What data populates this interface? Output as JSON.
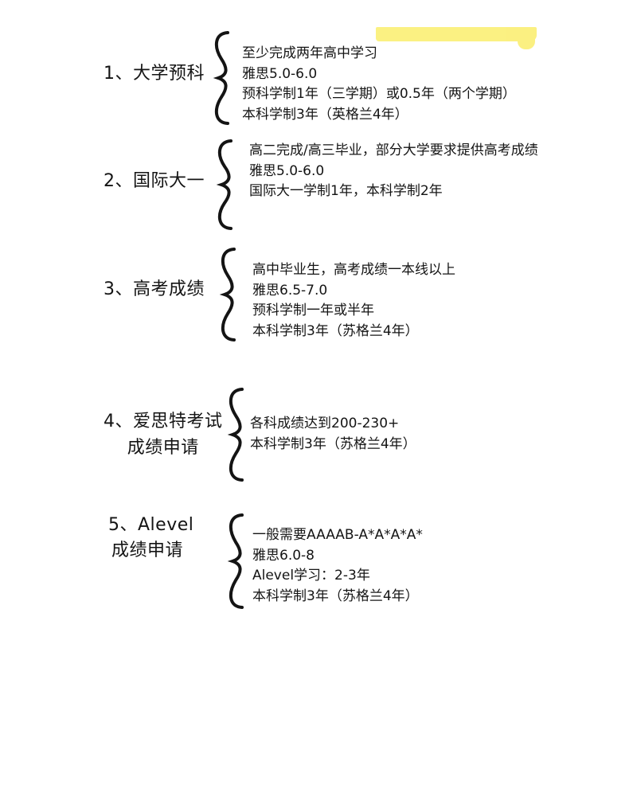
{
  "sections": [
    {
      "label_lines": [
        "1、大学预科"
      ],
      "items": [
        "至少完成两年高中学习",
        "雅思5.0-6.0",
        "预科学制1年（三学期）或0.5年（两个学期）",
        "本科学制3年（英格兰4年）"
      ]
    },
    {
      "label_lines": [
        "2、国际大一"
      ],
      "items": [
        "高二完成/高三毕业，部分大学要求提供高考成绩",
        "雅思5.0-6.0",
        "国际大一学制1年，本科学制2年"
      ]
    },
    {
      "label_lines": [
        "3、高考成绩"
      ],
      "items": [
        "高中毕业生，高考成绩一本线以上",
        "雅思6.5-7.0",
        "预科学制一年或半年",
        "本科学制3年（苏格兰4年）"
      ]
    },
    {
      "label_lines": [
        "4、爱思特考试",
        "成绩申请"
      ],
      "items": [
        "各科成绩达到200-230+",
        "本科学制3年（苏格兰4年）"
      ]
    },
    {
      "label_lines": [
        "5、Alevel",
        "成绩申请"
      ],
      "items": [
        "一般需要AAAAB-A*A*A*A*",
        "雅思6.0-8",
        "Alevel学习：2-3年",
        "本科学制3年（苏格兰4年）"
      ]
    }
  ],
  "colors": {
    "text": "#141414",
    "highlight": "#fbef74",
    "background": "#ffffff"
  }
}
